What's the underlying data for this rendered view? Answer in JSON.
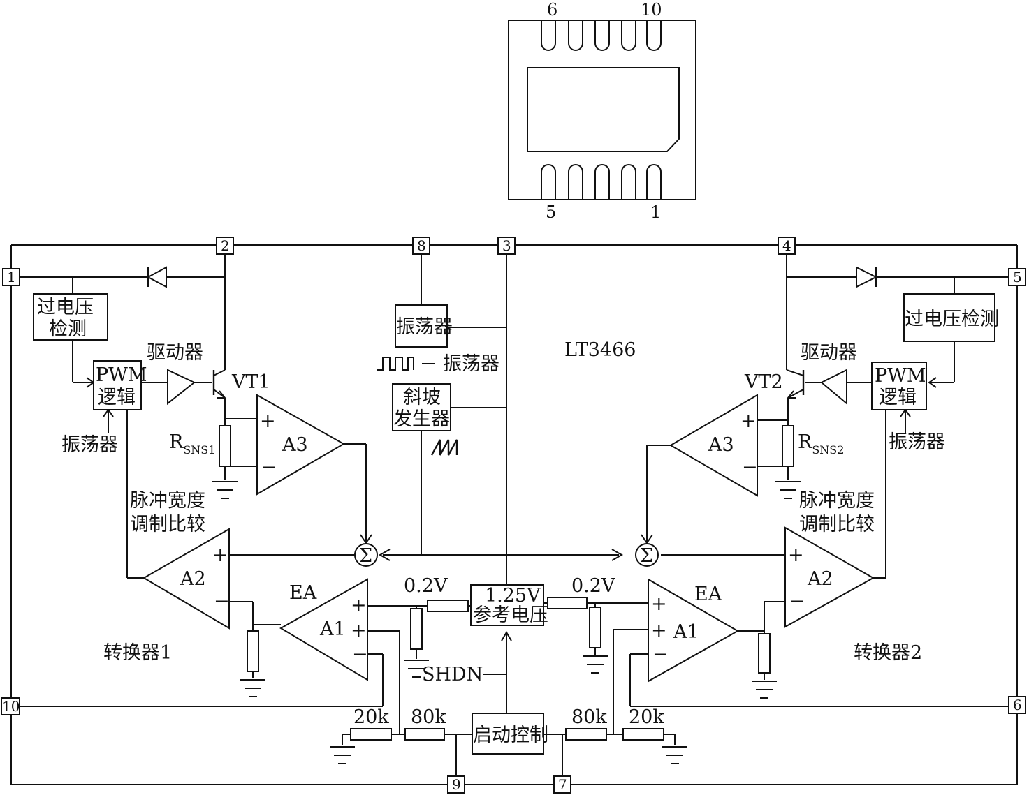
{
  "package": {
    "top_pin_left": "6",
    "top_pin_right": "10",
    "bottom_pin_left": "5",
    "bottom_pin_right": "1"
  },
  "chip_name": "LT3466",
  "pins": {
    "p1": "1",
    "p2": "2",
    "p3": "3",
    "p4": "4",
    "p5": "5",
    "p6": "6",
    "p7": "7",
    "p8": "8",
    "p9": "9",
    "p10": "10"
  },
  "left": {
    "ovp_line1": "过电压",
    "ovp_line2": "检测",
    "pwm_line1": "PWM",
    "pwm_line2": "逻辑",
    "driver": "驱动器",
    "transistor": "VT1",
    "osc_in": "振荡器",
    "rsns_main": "R",
    "rsns_sub": "SNS1",
    "a3": "A3",
    "pwm_cmp_line1": "脉冲宽度",
    "pwm_cmp_line2": "调制比较",
    "a2": "A2",
    "ea": "EA",
    "a1": "A1",
    "converter": "转换器1",
    "v02": "0.2V",
    "r20k": "20k",
    "r80k": "80k"
  },
  "right": {
    "ovp": "过电压检测",
    "pwm_line1": "PWM",
    "pwm_line2": "逻辑",
    "driver": "驱动器",
    "transistor": "VT2",
    "osc_in": "振荡器",
    "rsns_main": "R",
    "rsns_sub": "SNS2",
    "a3": "A3",
    "pwm_cmp_line1": "脉冲宽度",
    "pwm_cmp_line2": "调制比较",
    "a2": "A2",
    "ea": "EA",
    "a1": "A1",
    "converter": "转换器2",
    "v02": "0.2V",
    "r20k": "20k",
    "r80k": "80k"
  },
  "center": {
    "osc": "振荡器",
    "osc_out": "振荡器",
    "ramp_line1": "斜坡",
    "ramp_line2": "发生器",
    "ref_line1": "1.25V",
    "ref_line2": "参考电压",
    "shdn": "SHDN",
    "start": "启动控制",
    "sigma": "Σ"
  }
}
